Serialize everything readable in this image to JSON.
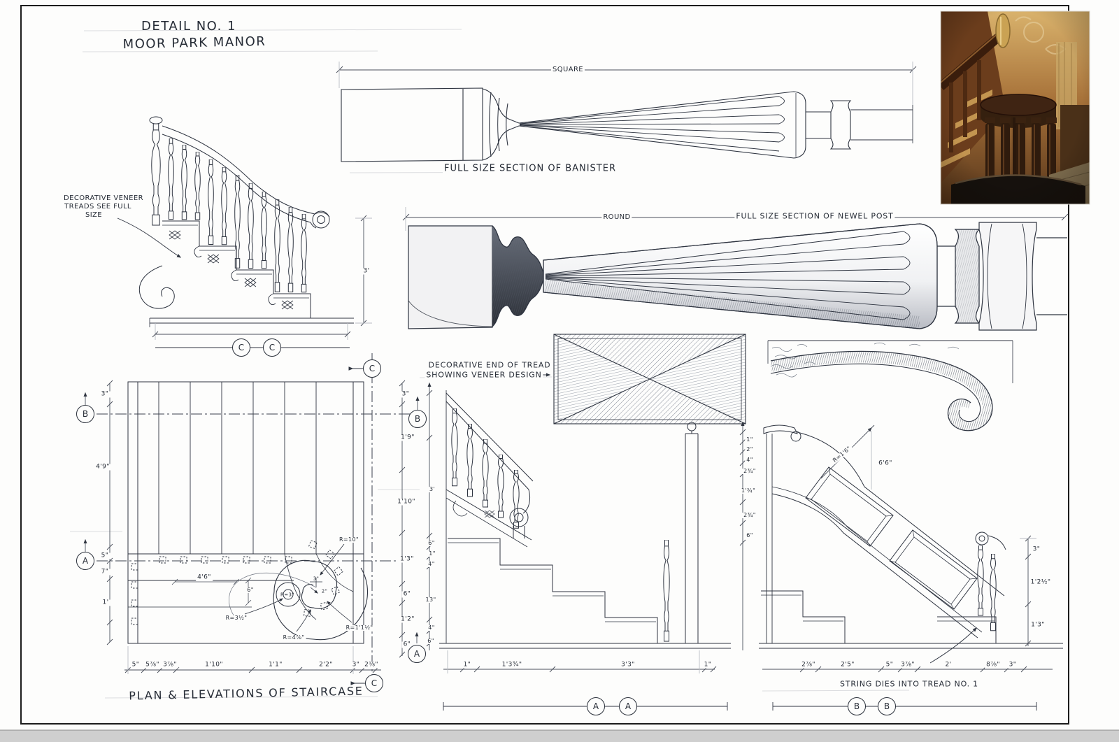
{
  "sheet": {
    "title_line1": "DETAIL NO. 1",
    "title_line2": "MOOR PARK MANOR",
    "caption": "PLAN & ELEVATIONS OF STAIRCASE"
  },
  "markers": {
    "a": "A",
    "b": "B",
    "c": "C"
  },
  "banister": {
    "dim_label": "SQUARE",
    "caption": "FULL SIZE SECTION OF BANISTER"
  },
  "newel": {
    "dim_label": "ROUND",
    "caption": "FULL SIZE SECTION OF NEWEL POST"
  },
  "left_elevation": {
    "note_line1": "DECORATIVE VENEER",
    "note_line2": "TREADS SEE FULL",
    "note_line3": "SIZE",
    "dim_right": "3'"
  },
  "tread_detail": {
    "note_line1": "DECORATIVE END OF TREAD",
    "note_line2": "SHOWING VENEER DESIGN"
  },
  "plan": {
    "left_dims": [
      "3\"",
      "4'9\"",
      "5\"",
      "7\"",
      "1'"
    ],
    "right_dims": [
      "3\"",
      "1'9\"",
      "1'10\"",
      "1'3\"",
      "6\"",
      "1'2\"",
      "6\""
    ],
    "bottom_dims": [
      "5\"",
      "5⅞\"",
      "3⅞\"",
      "1'10\"",
      "1'1\"",
      "2'2\"",
      "3\"",
      "2⅛\""
    ],
    "inner_dims": [
      "4'6\"",
      "6\"",
      "3\"",
      "2\""
    ],
    "radii": [
      "R=10\"",
      "R=3\"",
      "R=3½\"",
      "R=4⅞\"",
      "R=1'1½\""
    ]
  },
  "middle_elevation": {
    "left_dims": [
      "3'",
      "6\"",
      "1\"",
      "4\"",
      "13\"",
      "4\"",
      "6\""
    ],
    "bottom_dims": [
      "1\"",
      "1'3¾\"",
      "3'3\"",
      "1\""
    ]
  },
  "right_elevation": {
    "left_dims": [
      "1\"",
      "2\"",
      "4\"",
      "2¾\"",
      "1'¾\"",
      "2¾\"",
      "6\""
    ],
    "bottom_dims": [
      "2⅞\"",
      "2'5\"",
      "5\"",
      "3⅞\"",
      "2'",
      "8⅞\"",
      "3\""
    ],
    "right_dims": [
      "3\"",
      "1'2½\"",
      "1'3\""
    ],
    "radius_label": "R=1'6\"",
    "height_label": "6'6\"",
    "note": "STRING DIES INTO TREAD NO. 1"
  }
}
